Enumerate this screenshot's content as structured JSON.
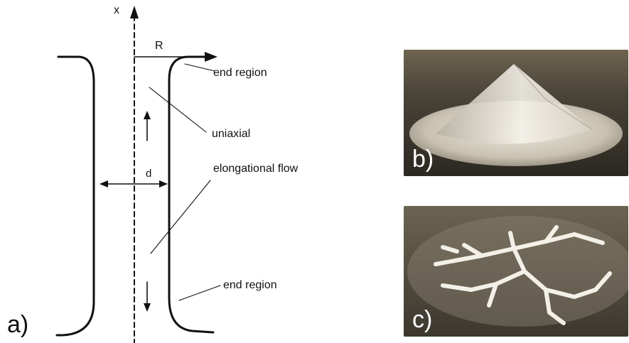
{
  "panel_a": {
    "label": "a)",
    "axis_label": "x",
    "radius_label": "R",
    "diameter_label": "d",
    "annotations": {
      "end_region_top": "end region",
      "uniaxial": "uniaxial",
      "elongational_flow": "elongational flow",
      "end_region_bottom": "end region"
    }
  },
  "panel_b": {
    "label": "b)",
    "label_color": "#ffffff"
  },
  "panel_c": {
    "label": "c)",
    "label_color": "#ffffff"
  }
}
